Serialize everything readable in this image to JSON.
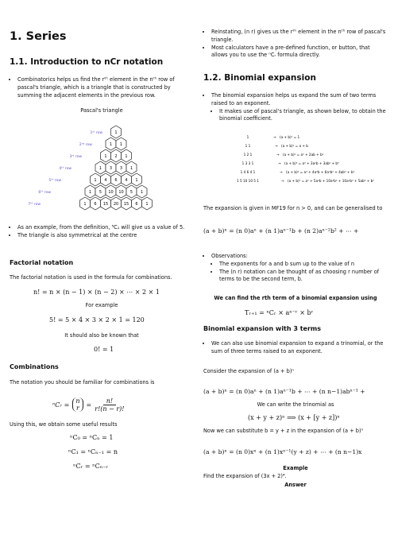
{
  "left": {
    "title": "1. Series",
    "section": "1.1. Introduction to nCr notation",
    "intro_bullet": "Combinatorics helps us find the rᵗʰ element in the nᵗʰ row of pascal's triangle, which is a triangle that is constructed by summing the adjacent elements in the previous row.",
    "triangle_title": "Pascal's triangle",
    "triangle_row_labels": [
      "1ˢᵗ row",
      "2ⁿᵈ row",
      "3ʳᵈ row",
      "4ᵗʰ row",
      "5ᵗʰ row",
      "6ᵗʰ row",
      "7ᵗʰ row"
    ],
    "triangle_rows": [
      [
        "1"
      ],
      [
        "1",
        "1"
      ],
      [
        "1",
        "2",
        "1"
      ],
      [
        "1",
        "3",
        "3",
        "1"
      ],
      [
        "1",
        "4",
        "6",
        "4",
        "1"
      ],
      [
        "1",
        "5",
        "10",
        "10",
        "5",
        "1"
      ],
      [
        "1",
        "6",
        "15",
        "20",
        "15",
        "6",
        "1"
      ]
    ],
    "example_bullet": "As an example, from the definition, ⁵C₁ will give us a value of 5.",
    "symmetric_bullet": "The triangle is also symmetrical at the centre",
    "factorial_heading": "Factorial notation",
    "factorial_text": "The factorial notation is used in the formula for combinations.",
    "factorial_formula": "n! = n × (n − 1) × (n − 2) × ⋯ × 2 × 1",
    "for_example": "For example",
    "example_formula": "5! = 5 × 4 × 3 × 2 × 1 = 120",
    "known_text": "It should also be known that",
    "zero_fact": "0! = 1",
    "combinations_heading": "Combinations",
    "combinations_text": "The notation you should be familiar for combinations is",
    "ncr_lhs": "ⁿCᵣ =",
    "ncr_num": "n!",
    "ncr_den": "r!(n − r)!",
    "results_text": "Using this, we obtain some useful results",
    "result1": "ⁿC₀ = ⁿCₙ = 1",
    "result2": "ⁿC₁ = ⁿCₙ₋₁ = n",
    "result3": "ⁿCᵣ = ⁿCₙ₋ᵣ"
  },
  "right": {
    "bullet1": "Reinstating, (n r) gives us the rᵗʰ element in the nᵗʰ row of pascal's triangle.",
    "bullet2": "Most calculators have a pre-defined function, or button, that allows you to use the ⁿCᵣ formula directly.",
    "section": "1.2. Binomial expansion",
    "bullet3": "The binomial expansion helps us expand the sum of two terms raised to an exponent.",
    "sub_bullet3": "It makes use of pascal's triangle, as shown below, to obtain the binomial coefficient.",
    "figure_rows": [
      "(a + b)⁰ = 1",
      "(a + b)¹ = a + b",
      "(a + b)² = a² + 2ab + b²",
      "(a + b)³ = a³ + 3a²b + 3ab² + b³",
      "(a + b)⁴ = a⁴ + 4a³b + 6a²b² + 4ab³ + b⁴",
      "(a + b)⁵ = a⁵ + 5a⁴b + 10a³b² + 10a²b³ + 5ab⁴ + b⁵"
    ],
    "figure_coeffs": [
      "1",
      "1 1",
      "1 2 1",
      "1 3 3 1",
      "1 4 6 4 1",
      "1 5 10 10 5 1"
    ],
    "expansion_text": "The expansion is given in MF19 for n > 0, and can be generalised to",
    "expansion_formula": "(a + b)ⁿ = (n 0)aⁿ + (n 1)aⁿ⁻¹b + (n 2)aⁿ⁻²b² + ⋯ +",
    "observations": "Observations:",
    "obs1": "The exponents for a and b sum up to the value of n",
    "obs2": "The (n r) notation can be thought of as choosing r number of terms to be the second term, b.",
    "rth_term_heading": "We can find the rth term of a binomial expansion using",
    "rth_formula": "Tᵣ₊₁ = ⁿCᵣ × aⁿ⁻ʳ × bʳ",
    "three_terms_heading": "Binomial expansion with 3 terms",
    "bullet4": "We can also use binomial expansion to expand a trinomial, or the sum of three terms raised to an exponent.",
    "consider_text": "Consider the expansion of (a + b)ⁿ",
    "consider_formula": "(a + b)ⁿ = (n 0)aⁿ + (n 1)aⁿ⁻¹b + ⋯ + (n n−1)abⁿ⁻¹ +",
    "trinomial_text": "We can write the trinomial as",
    "trinomial_formula": "(x + y + z)ⁿ ⟹ (x + [y + z])ⁿ",
    "substitute_text": "Now we can substitute b = y + z in the expansion of (a + b)ⁿ",
    "substitute_formula": "(a + b)ⁿ = (n 0)xⁿ + (n 1)xⁿ⁻¹(y + z) + ⋯ + (n n−1)x",
    "example_label": "Example",
    "example_question": "Find the expansion of (3x + 2)⁴.",
    "answer_label": "Answer"
  }
}
